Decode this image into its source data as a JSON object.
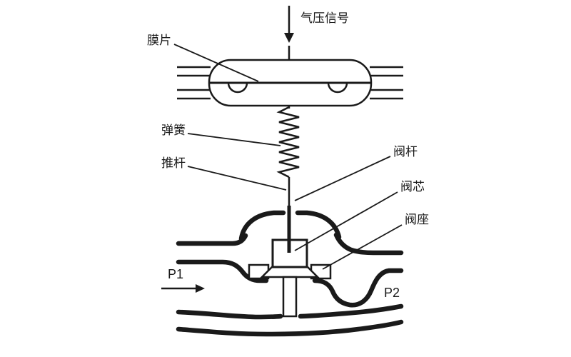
{
  "diagram": {
    "colors": {
      "line": "#1a1a1a",
      "background": "#ffffff"
    },
    "labels": {
      "air_signal": "气压信号",
      "diaphragm": "膜片",
      "spring": "弹簧",
      "push_rod": "推杆",
      "valve_stem": "阀杆",
      "valve_core": "阀芯",
      "valve_seat": "阀座",
      "inlet": "P1",
      "outlet": "P2"
    }
  }
}
